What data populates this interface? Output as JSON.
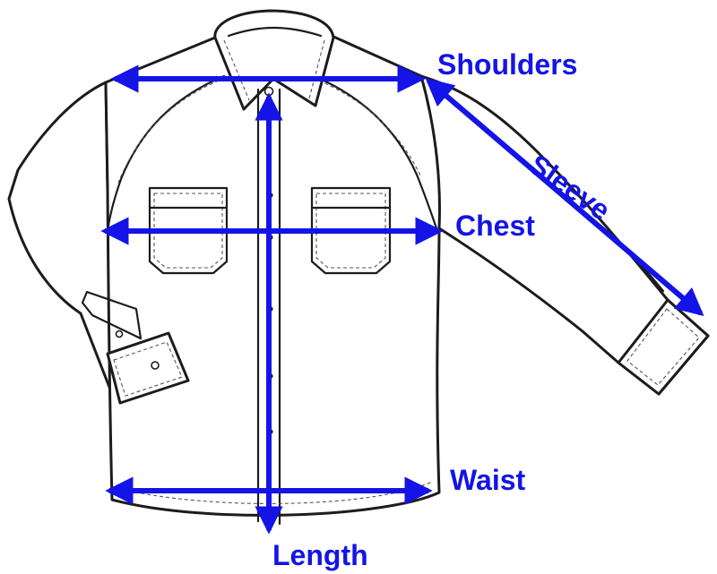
{
  "accent_color": "#1414e6",
  "labels": {
    "shoulders": "Shoulders",
    "sleeve": "Sleeve",
    "chest": "Chest",
    "waist": "Waist",
    "length": "Length"
  },
  "icons": {
    "garment": "shirt-outline",
    "arrows": "double-headed-arrow"
  }
}
